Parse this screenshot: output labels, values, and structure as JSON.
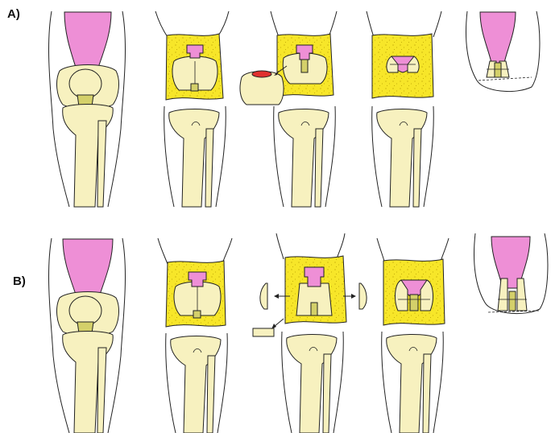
{
  "row_labels": {
    "a": "A)",
    "b": "B)"
  },
  "colors": {
    "bone": "#f7f1bf",
    "muscle": "#ee8fd6",
    "fat_pad": "#f7e629",
    "speckle": "#b59b00",
    "graft": "#d4d06a",
    "lesion": "#e0312f",
    "outline": "#222222",
    "background": "#ffffff"
  },
  "panels": {
    "row_a": [
      "normal-knee",
      "exposed-joint",
      "tibial-block-harvest",
      "graft-seated",
      "closed-limb"
    ],
    "row_b": [
      "normal-knee",
      "exposed-joint",
      "condyle-removal",
      "graft-seated",
      "closed-limb"
    ]
  }
}
